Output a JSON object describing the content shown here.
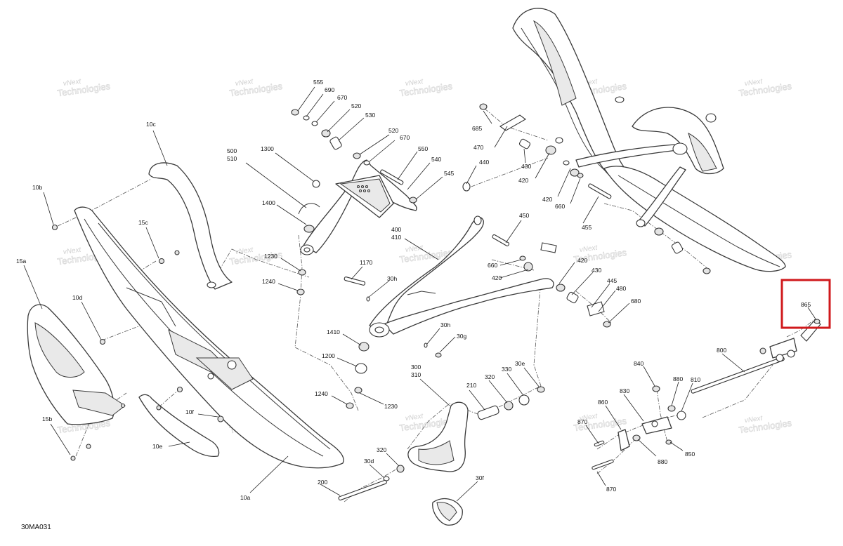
{
  "diagram_code": "30MA031",
  "watermark": {
    "line1": "vNext",
    "line2": "Technologies"
  },
  "highlight_color": "#d0191c",
  "highlighted_part": "865",
  "labels": {
    "p555": "555",
    "p690": "690",
    "p670a": "670",
    "p520a": "520",
    "p530": "530",
    "p520b": "520",
    "p670b": "670",
    "p550": "550",
    "p540": "540",
    "p545": "545",
    "p500": "500",
    "p510": "510",
    "p1300": "1300",
    "p1400": "1400",
    "p1230a": "1230",
    "p1240a": "1240",
    "p10c": "10c",
    "p10b": "10b",
    "p15c": "15c",
    "p15a": "15a",
    "p10d": "10d",
    "p15b": "15b",
    "p10f": "10f",
    "p10e": "10e",
    "p10a": "10a",
    "p685": "685",
    "p470": "470",
    "p440": "440",
    "p430a": "430",
    "p420a": "420",
    "p420b": "420",
    "p660a": "660",
    "p455": "455",
    "p400": "400",
    "p410": "410",
    "p1170": "1170",
    "p30ha": "30h",
    "p450": "450",
    "p660b": "660",
    "p420c": "420",
    "p420d": "420",
    "p430b": "430",
    "p445": "445",
    "p480": "480",
    "p680": "680",
    "p1410": "1410",
    "p1200": "1200",
    "p1240b": "1240",
    "p1230b": "1230",
    "p30hb": "30h",
    "p30g": "30g",
    "p300": "300",
    "p310": "310",
    "p210": "210",
    "p320a": "320",
    "p330": "330",
    "p30e": "30e",
    "p320b": "320",
    "p30d": "30d",
    "p200": "200",
    "p30f": "30f",
    "p865": "865",
    "p800": "800",
    "p840": "840",
    "p880a": "880",
    "p810": "810",
    "p830": "830",
    "p860": "860",
    "p870a": "870",
    "p880b": "880",
    "p850": "850",
    "p870b": "870"
  }
}
